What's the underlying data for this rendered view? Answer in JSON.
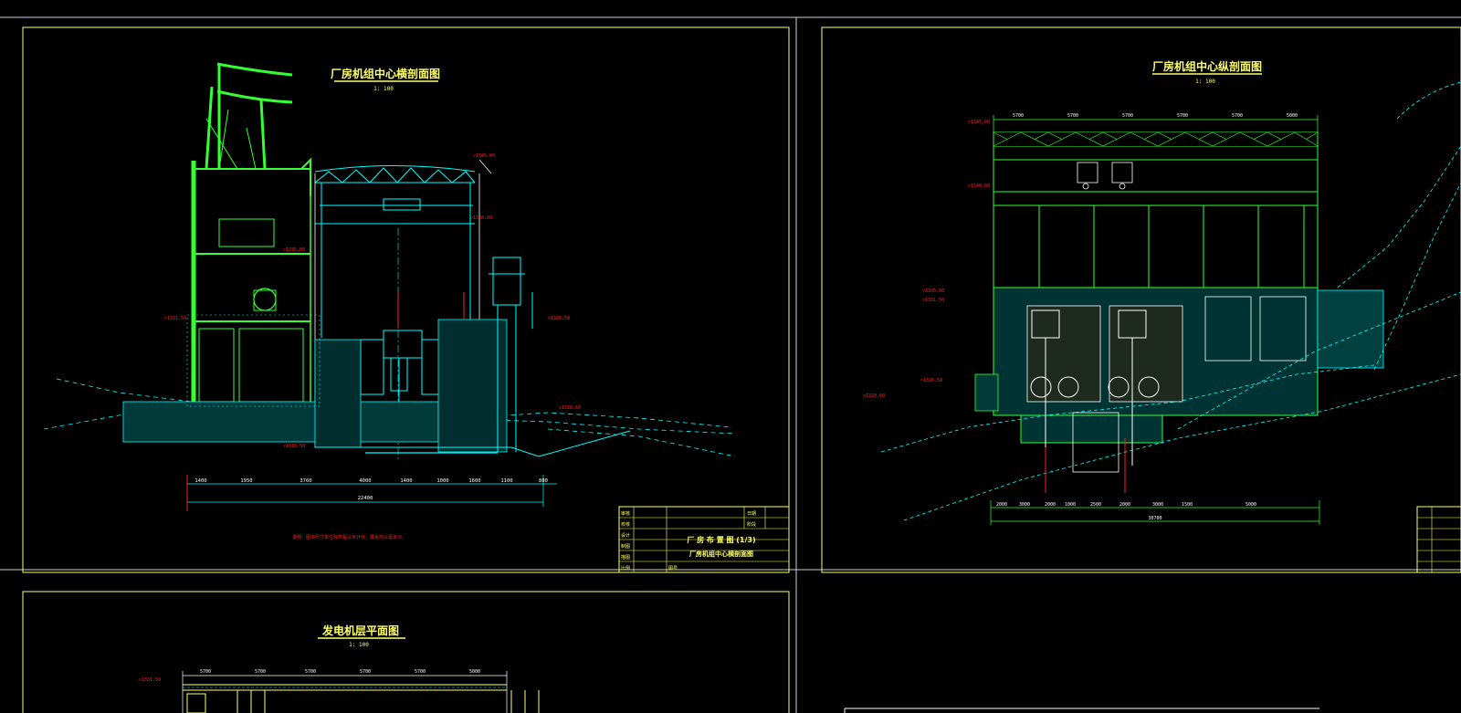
{
  "colors": {
    "background": "#000000",
    "frame_yellow": "#ffff66",
    "structure_green": "#33ff33",
    "bright_green": "#00ff00",
    "cyan": "#00ffff",
    "annotation_red": "#ff2020",
    "white": "#ffffff"
  },
  "sheet1": {
    "title": "厂房机组中心横剖面图",
    "scale": "1: 100",
    "dims": [
      "1400",
      "1950",
      "3760",
      "4000",
      "1400",
      "1000",
      "1600",
      "1100",
      "800"
    ],
    "total_dim": "22400",
    "elevations": [
      "▽1345.00",
      "▽1340.00",
      "▽1335.00",
      "▽1331.50",
      "▽1326.58",
      "▽1320.60",
      "▽1318.50"
    ],
    "note": "说明：图中尺寸单位除高程以米计外，其余均以毫米计。",
    "title_block": {
      "drawing_title": "厂 房 布 置 图 (1/3)",
      "drawing_subtitle": "厂房机组中心横剖面图",
      "labels": [
        "审核",
        "校核",
        "设计",
        "制图",
        "描图",
        "比例",
        "图号",
        "日期",
        "阶段"
      ]
    }
  },
  "sheet2": {
    "title": "厂房机组中心纵剖面图",
    "scale": "1: 100",
    "top_dims": [
      "5700",
      "5700",
      "5700",
      "5700",
      "5700",
      "5000"
    ],
    "bottom_dims": [
      "2000",
      "3000",
      "2000",
      "1000",
      "2500",
      "2000",
      "3000",
      "1500",
      "5000"
    ],
    "total_dim": "30700",
    "elevations": [
      "▽1345.00",
      "▽1340.00",
      "▽1335.00",
      "▽1331.50",
      "▽1326.58",
      "▽1320.60"
    ]
  },
  "sheet3": {
    "title": "发电机层平面图",
    "scale": "1: 100",
    "dims": [
      "5700",
      "5700",
      "5700",
      "5700",
      "5700",
      "5000"
    ],
    "label": "▽1331.50"
  }
}
